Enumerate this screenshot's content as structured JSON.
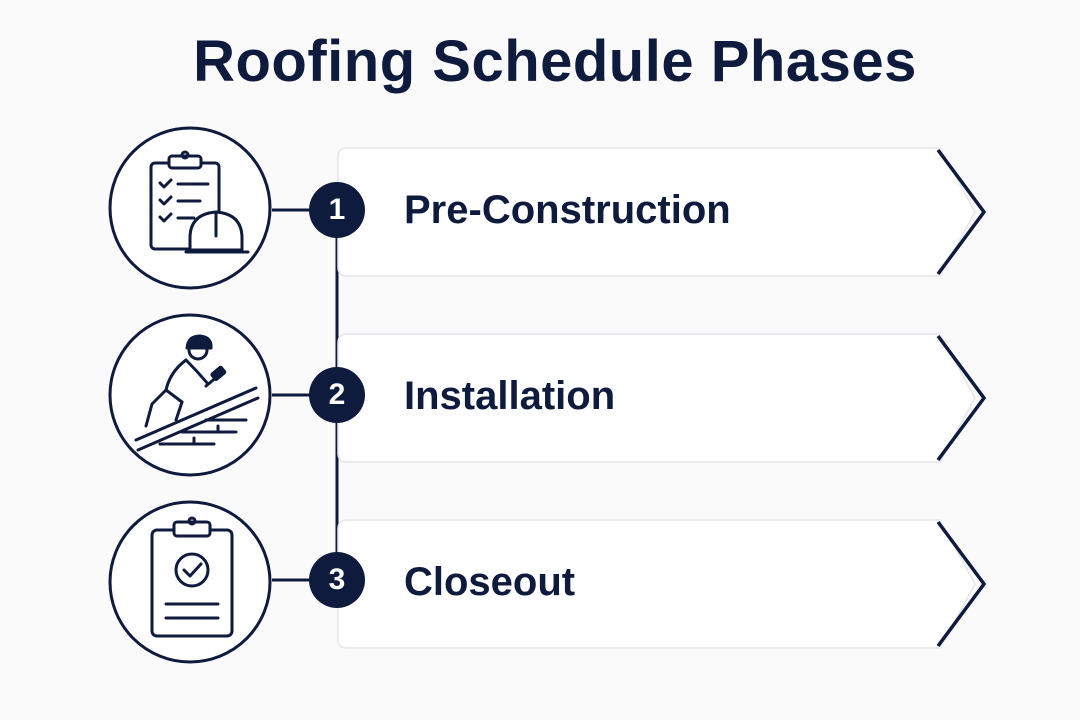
{
  "title": "Roofing Schedule Phases",
  "colors": {
    "navy": "#0f1b3d",
    "card_border": "#e4e6ea",
    "background": "#fafafb"
  },
  "phases": [
    {
      "number": "1",
      "label": "Pre-Construction",
      "icon": "clipboard-checklist-hardhat-icon"
    },
    {
      "number": "2",
      "label": "Installation",
      "icon": "roofer-hammering-icon"
    },
    {
      "number": "3",
      "label": "Closeout",
      "icon": "clipboard-approved-icon"
    }
  ]
}
